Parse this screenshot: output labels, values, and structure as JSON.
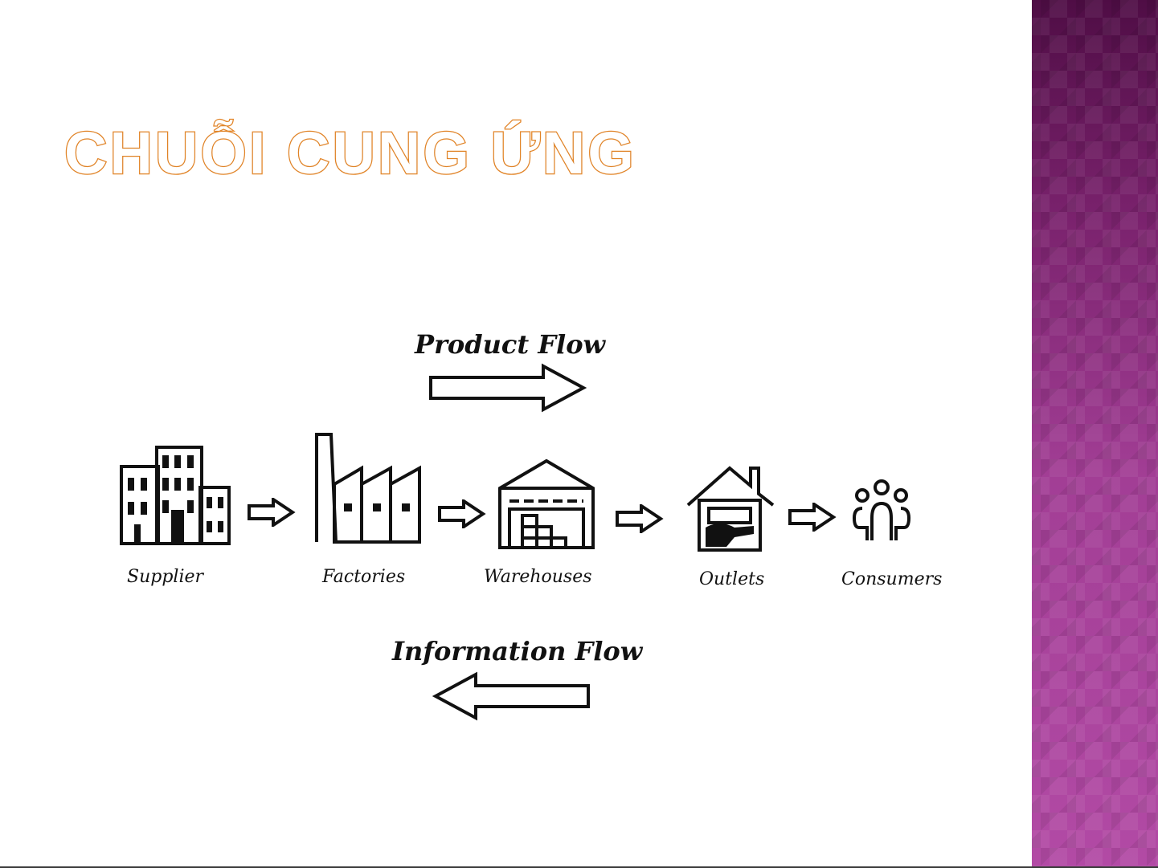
{
  "slide": {
    "title": "CHUỖI CUNG ỨNG"
  },
  "diagram": {
    "product_flow_label": "Product Flow",
    "information_flow_label": "Information Flow",
    "nodes": [
      {
        "label": "Supplier",
        "icon": "office-buildings-icon"
      },
      {
        "label": "Factories",
        "icon": "factory-icon"
      },
      {
        "label": "Warehouses",
        "icon": "warehouse-icon"
      },
      {
        "label": "Outlets",
        "icon": "store-house-icon"
      },
      {
        "label": "Consumers",
        "icon": "people-group-icon"
      }
    ]
  },
  "colors": {
    "title_outline": "#e8892a",
    "sidebar_top": "#4f0d45",
    "sidebar_bottom": "#b24aa5"
  }
}
